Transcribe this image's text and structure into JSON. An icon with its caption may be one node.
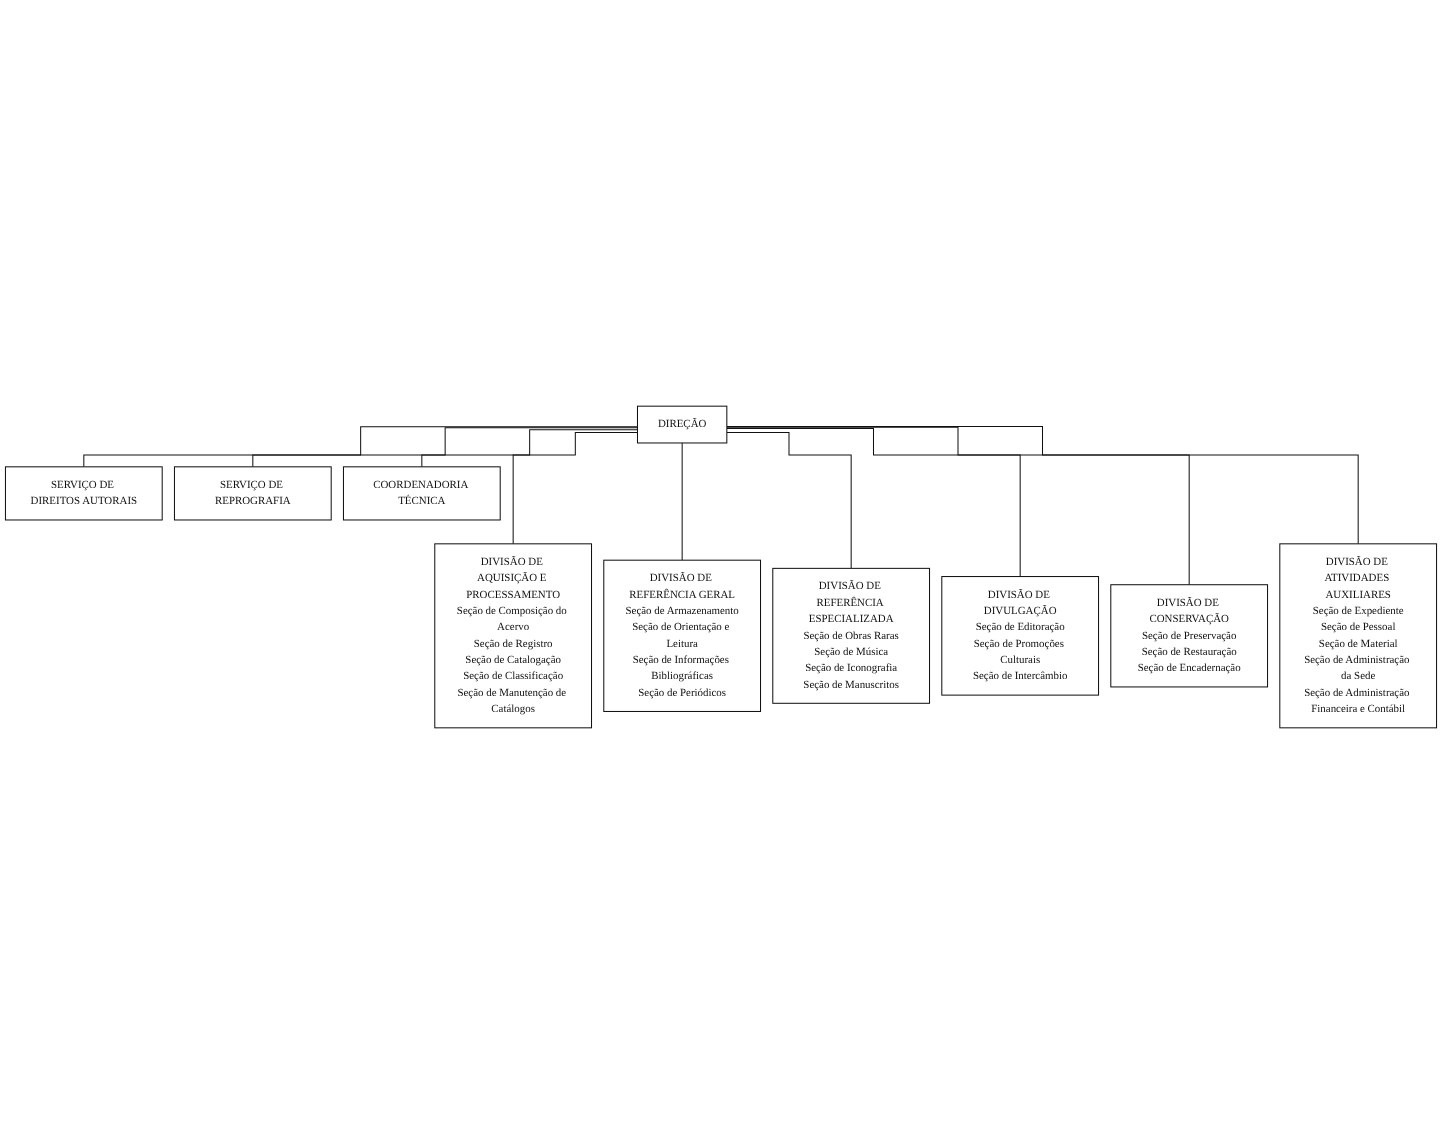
{
  "diagram": {
    "nodes": [
      {
        "text": [
          "DIREÇÃO"
        ]
      },
      {
        "text": [
          "SERVIÇO DE DIREITOS AUTORAIS"
        ]
      },
      {
        "text": [
          "SERVIÇO DE REPROGRAFIA"
        ]
      },
      {
        "text": [
          "COORDENADORIA TÉCNICA"
        ]
      },
      {
        "text": [
          "DIVISÃO DE AQUISIÇÃO E PROCESSAMENTO",
          "Seção de Composição do Acervo",
          "Seção de Registro",
          "Seção de Catalogação",
          "Seção de Classificação",
          "Seção de Manutenção de Catálogos"
        ]
      },
      {
        "text": [
          "DIVISÃO DE REFERÊNCIA GERAL",
          "Seção de Armazenamento",
          "Seção de Orientação e Leitura",
          "Seção de Informações Bibliográficas",
          "Seção de Periódicos"
        ]
      },
      {
        "text": [
          "DIVISÃO DE REFERÊNCIA ESPECIALIZADA",
          "Seção de Obras Raras",
          "Seção de Música",
          "Seção de Iconografia",
          "Seção de Manuscritos"
        ]
      },
      {
        "text": [
          "DIVISÃO DE DIVULGAÇÃO",
          "Seção de Editoração",
          "Seção de Promoções Culturais",
          "Seção de Intercâmbio"
        ]
      },
      {
        "text": [
          "DIVISÃO DE CONSERVAÇÃO",
          "Seção de Preservação",
          "Seção de Restauração",
          "Seção de Encadernação"
        ]
      },
      {
        "text": [
          "DIVISÃO DE ATIVIDADES AUXILIARES",
          "Seção de Expediente",
          "Seção de Pessoal",
          "Seção de Material",
          "Seção de Administração da Sede",
          "Seção de Administração Financeira e Contábil"
        ]
      }
    ],
    "edges": [
      {
        "from": 0,
        "to": 1,
        "arrow": "none"
      },
      {
        "from": 0,
        "to": 2,
        "arrow": "none"
      },
      {
        "from": 0,
        "to": 3,
        "arrow": "none"
      },
      {
        "from": 0,
        "to": 4,
        "arrow": "none"
      },
      {
        "from": 0,
        "to": 5,
        "arrow": "none"
      },
      {
        "from": 0,
        "to": 6,
        "arrow": "none"
      },
      {
        "from": 0,
        "to": 7,
        "arrow": "none"
      },
      {
        "from": 0,
        "to": 8,
        "arrow": "none"
      },
      {
        "from": 0,
        "to": 9,
        "arrow": "none"
      }
    ]
  }
}
